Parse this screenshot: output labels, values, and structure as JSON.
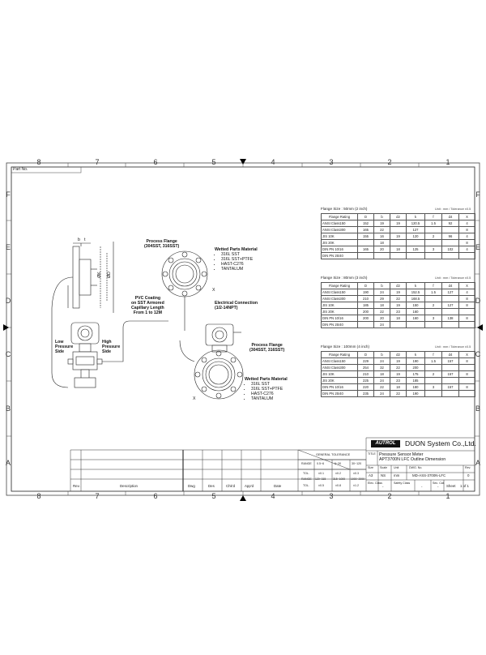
{
  "sheet": {
    "part_no": "Part No.",
    "col_labels": [
      "8",
      "7",
      "6",
      "5",
      "4",
      "3",
      "2",
      "1"
    ],
    "row_labels": [
      "F",
      "E",
      "D",
      "C",
      "B",
      "A"
    ]
  },
  "drawing": {
    "process_flange_1": "Process Flange",
    "process_flange_1_mat": "(304SST, 316SST)",
    "wetted_parts_1": "Wetted Parts Material",
    "wetted_list_1": [
      "316L SST",
      "316L SST+PTFE",
      "HAST-C276",
      "TANTALUM"
    ],
    "pvc_coating": [
      "PVC Coating",
      "on SST Armored",
      "Capillary Length",
      "From 1 to 12M"
    ],
    "elec_conn": [
      "Electrical Connection",
      "(1/2-14NPT)"
    ],
    "low_side": [
      "Low",
      "Pressure",
      "Side"
    ],
    "high_side": [
      "High",
      "Pressure",
      "Side"
    ],
    "process_flange_2": "Process Flange",
    "process_flange_2_mat": "(304SST, 316SST)",
    "wetted_parts_2": "Wetted Parts Material",
    "wetted_list_2": [
      "316L SST",
      "316L SST+PTFE",
      "HAST-C276",
      "TANTALUM"
    ],
    "dim_b": "b",
    "dim_t": "t",
    "dim_dk": "ØK",
    "dim_dd": "ØD",
    "dim_x": "X"
  },
  "tables": [
    {
      "caption": "Flange Size : 50mm (2 inch)",
      "unit": "Unit : mm / Tolerance ±0.5",
      "header": [
        "Flange Rating",
        "D",
        "b",
        "d2",
        "k",
        "f",
        "d4",
        "X"
      ],
      "rows": [
        [
          "ANSI Class150",
          "152",
          "19",
          "19",
          "120.5",
          "1.5",
          "92",
          "4"
        ],
        [
          "ANSI Class300",
          "165",
          "22",
          "",
          "127",
          "",
          "",
          "8"
        ],
        [
          "JIS 10K",
          "155",
          "16",
          "19",
          "120",
          "2",
          "96",
          "4"
        ],
        [
          "JIS 20K",
          "",
          "18",
          "",
          "",
          "",
          "",
          "8"
        ],
        [
          "DIN PN 10/16",
          "165",
          "20",
          "18",
          "125",
          "3",
          "102",
          "4"
        ],
        [
          "DIN PN 25/40",
          "",
          "",
          "",
          "",
          "",
          "",
          ""
        ]
      ]
    },
    {
      "caption": "Flange Size : 80mm (3 inch)",
      "unit": "Unit : mm / Tolerance ±0.5",
      "header": [
        "Flange Rating",
        "D",
        "b",
        "d2",
        "k",
        "f",
        "d4",
        "X"
      ],
      "rows": [
        [
          "ANSI Class150",
          "190",
          "24",
          "19",
          "152.5",
          "1.5",
          "127",
          "4"
        ],
        [
          "ANSI Class300",
          "210",
          "29",
          "22",
          "168.5",
          "",
          "",
          "8"
        ],
        [
          "JIS 10K",
          "185",
          "18",
          "19",
          "150",
          "2",
          "127",
          "8"
        ],
        [
          "JIS 20K",
          "200",
          "22",
          "23",
          "160",
          "",
          "",
          ""
        ],
        [
          "DIN PN 10/16",
          "200",
          "20",
          "18",
          "160",
          "3",
          "138",
          "8"
        ],
        [
          "DIN PN 25/40",
          "",
          "24",
          "",
          "",
          "",
          "",
          ""
        ]
      ]
    },
    {
      "caption": "Flange Size : 100mm (4 inch)",
      "unit": "Unit : mm / Tolerance ±0.5",
      "header": [
        "Flange Rating",
        "D",
        "b",
        "d2",
        "k",
        "f",
        "d4",
        "X"
      ],
      "rows": [
        [
          "ANSI Class150",
          "229",
          "24",
          "19",
          "190",
          "1.5",
          "157",
          "8"
        ],
        [
          "ANSI Class300",
          "254",
          "32",
          "22",
          "200",
          "",
          "",
          ""
        ],
        [
          "JIS 10K",
          "210",
          "18",
          "19",
          "175",
          "2",
          "157",
          "8"
        ],
        [
          "JIS 20K",
          "225",
          "24",
          "23",
          "185",
          "",
          "",
          ""
        ],
        [
          "DIN PN 10/16",
          "220",
          "22",
          "18",
          "180",
          "3",
          "157",
          "8"
        ],
        [
          "DIN PN 25/40",
          "235",
          "24",
          "22",
          "190",
          "",
          "",
          ""
        ]
      ]
    }
  ],
  "title_block": {
    "logo": "AUTROL",
    "company": "DUON System Co.,Ltd.",
    "title_label": "TITLE",
    "title_lines": [
      "Pressure Sensor Meter",
      "APT3700N LFC Outline Dimension"
    ],
    "rev_label": "Rev.",
    "rev": "0",
    "size_label": "Size",
    "size": "A3",
    "scale_label": "Scale",
    "scale": "NS",
    "unit_label": "Unit",
    "unit": "mm",
    "dwg_label": "DWG. No.",
    "dwg_no": "MD-ASS-3700N-LFC",
    "sheet_label": "Sheet",
    "sheet": "1 of 1",
    "elec_class": "Elec. Class",
    "safety_class": "Safety Class",
    "sec_cat": "Sec. Cat.",
    "dash": "-",
    "gen_tol": "GENERAL TOLERANCE",
    "range_label": "RANGE",
    "tol_label": "TOL.",
    "range_row1": [
      "0.5~6",
      "6~30",
      "30~120"
    ],
    "tol_row1": [
      "±0.1",
      "±0.2",
      "±0.3"
    ],
    "range_row2": [
      "120~315",
      "315~1000",
      "1000~2000"
    ],
    "tol_row2": [
      "±0.5",
      "±0.8",
      "±1.2"
    ],
    "rev_cols": [
      "Rev.",
      "Description",
      "Dwg",
      "Des",
      "Chk'd",
      "App'd",
      "Date"
    ]
  }
}
